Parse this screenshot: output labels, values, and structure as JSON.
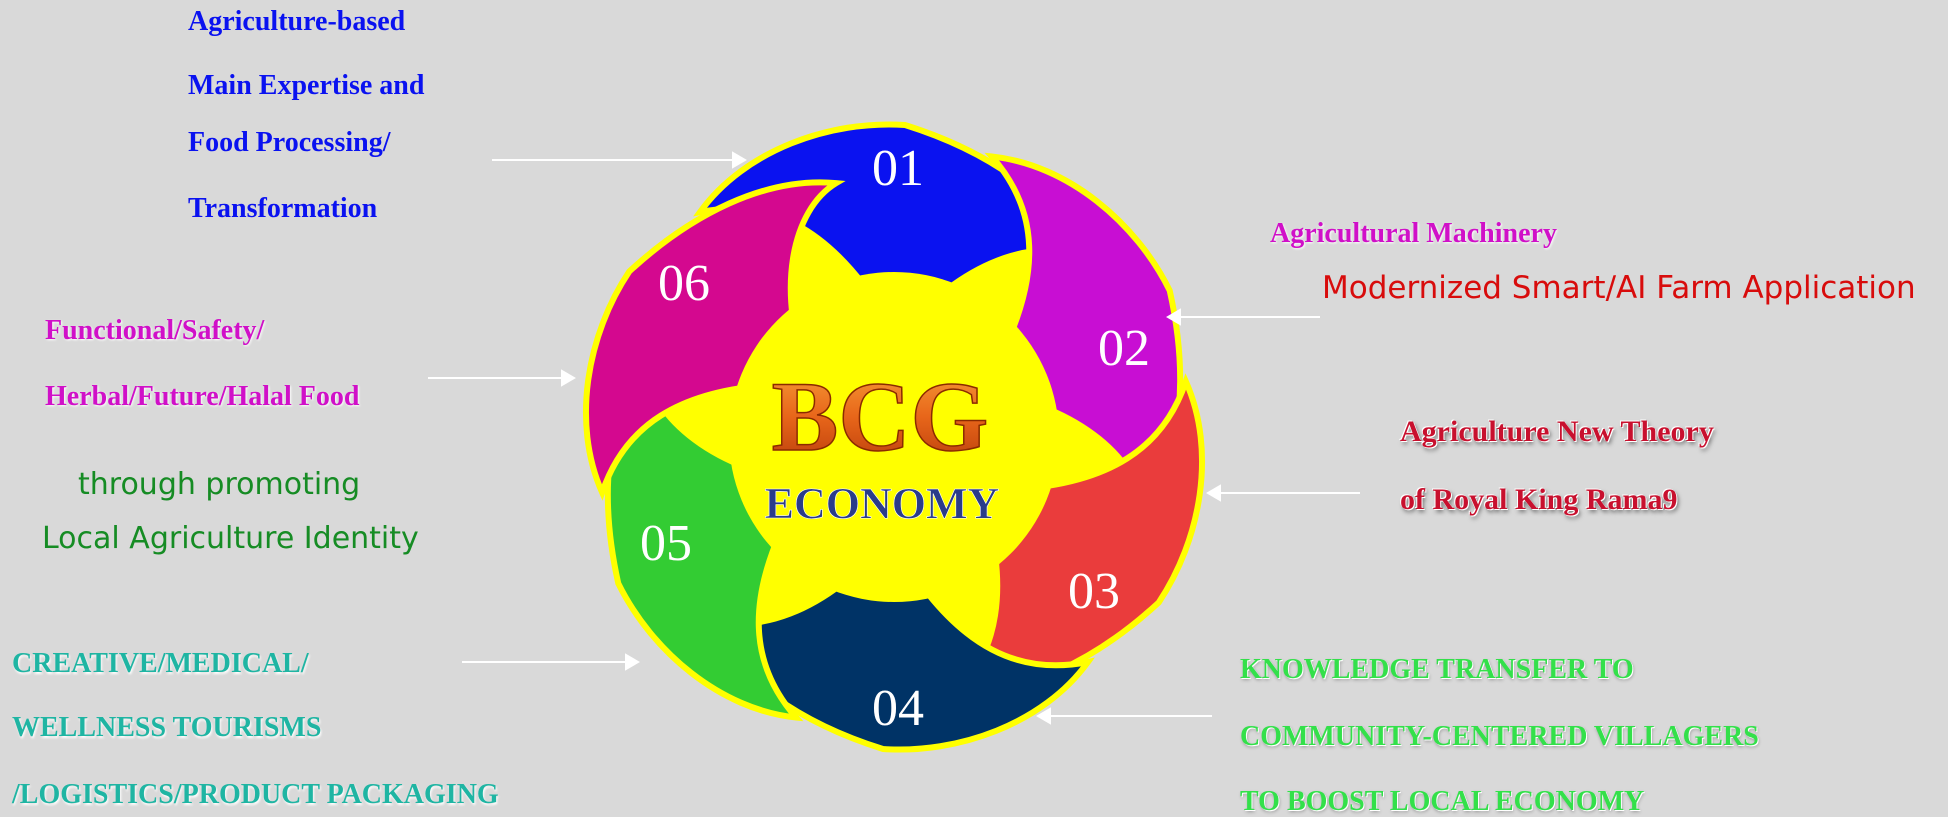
{
  "center": {
    "title": "BCG",
    "subtitle": "ECONOMY"
  },
  "petals": [
    {
      "number": "01",
      "color": "#0a12f0"
    },
    {
      "number": "02",
      "color": "#c80ed3"
    },
    {
      "number": "03",
      "color": "#ea3c3c"
    },
    {
      "number": "04",
      "color": "#003366"
    },
    {
      "number": "05",
      "color": "#33cc33"
    },
    {
      "number": "06",
      "color": "#d4088f"
    }
  ],
  "center_color": "#ffff00",
  "labels": {
    "p01": [
      "Agriculture-based",
      "Main Expertise and",
      "Food Processing/",
      "Transformation"
    ],
    "p02_title": "Agricultural Machinery",
    "p02_sub": "Modernized Smart/AI Farm Application",
    "p03": [
      "Agriculture New Theory",
      "of Royal King Rama9"
    ],
    "p06": [
      "Functional/Safety/",
      "Herbal/Future/Halal Food"
    ],
    "p06_sub": [
      "through promoting",
      "Local Agriculture Identity"
    ],
    "p05": [
      "CREATIVE/MEDICAL/",
      "WELLNESS TOURISMS",
      "/LOGISTICS/PRODUCT PACKAGING"
    ],
    "p04": [
      "KNOWLEDGE TRANSFER TO",
      "COMMUNITY-CENTERED VILLAGERS",
      "TO BOOST LOCAL ECONOMY"
    ]
  }
}
